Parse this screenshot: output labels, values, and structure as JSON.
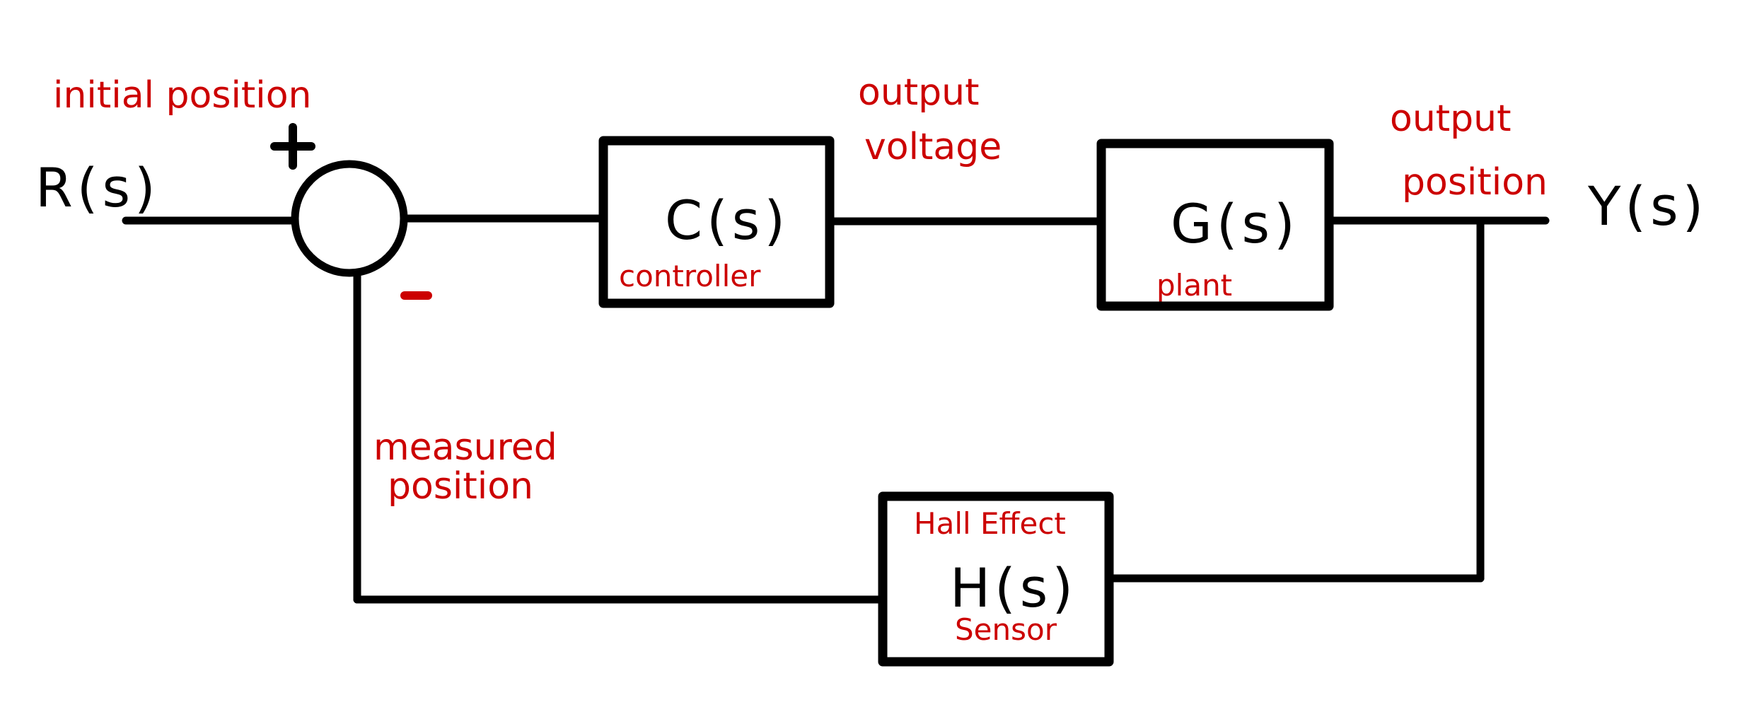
{
  "colors": {
    "ink": "#000000",
    "annotation": "#cc0000",
    "background": "#ffffff"
  },
  "signals": {
    "input": "R(s)",
    "output": "Y(s)"
  },
  "summing_junction": {
    "plus_sign": "+",
    "minus_sign": "-"
  },
  "blocks": {
    "controller": {
      "tf": "C(s)",
      "label": "controller"
    },
    "plant": {
      "tf": "G(s)",
      "label": "plant"
    },
    "sensor": {
      "tf": "H(s)",
      "label_top": "Hall Effect",
      "label_bottom": "Sensor"
    }
  },
  "annotations": {
    "initial_position": "initial position",
    "output_voltage_1": "output",
    "output_voltage_2": "voltage",
    "output_position_1": "output",
    "output_position_2": "position",
    "measured_position_1": "measured",
    "measured_position_2": "position"
  }
}
